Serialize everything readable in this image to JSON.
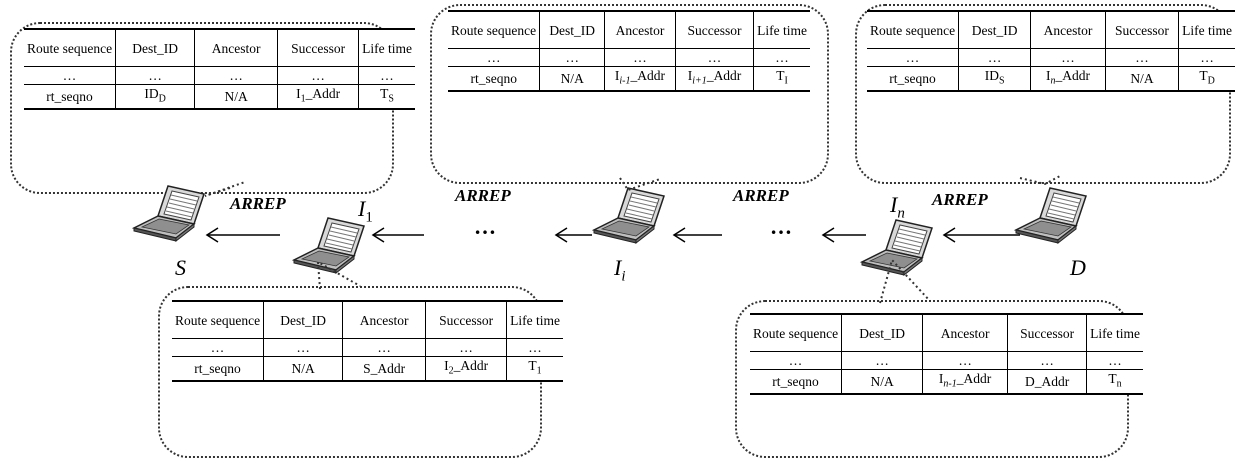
{
  "headers": {
    "route": "Route sequence",
    "dest": "Dest_ID",
    "ancestor": "Ancestor",
    "successor": "Successor",
    "life": "Life time"
  },
  "ellipsis": "…",
  "tables": {
    "S": {
      "seq": "rt_seqno",
      "dest": "ID",
      "dest_sub": "D",
      "anc": "N/A",
      "anc_pre": "",
      "anc_sub": "",
      "anc_post": "",
      "succ_pre": "I",
      "succ_sub": "1",
      "succ_post": "_Addr",
      "life": "T",
      "life_sub": "S"
    },
    "I1": {
      "seq": "rt_seqno",
      "dest": "N/A",
      "dest_sub": "",
      "anc": "S_Addr",
      "anc_pre": "",
      "anc_sub": "",
      "anc_post": "",
      "succ_pre": "I",
      "succ_sub": "2",
      "succ_post": "_Addr",
      "life": "T",
      "life_sub": "1"
    },
    "Ii": {
      "seq": "rt_seqno",
      "dest": "N/A",
      "dest_sub": "",
      "anc": "",
      "anc_pre": "I",
      "anc_sub": "i-1",
      "anc_post": "_Addr",
      "succ_pre": "I",
      "succ_sub": "i+1",
      "succ_post": "_Addr",
      "life": "T",
      "life_sub": "I"
    },
    "In": {
      "seq": "rt_seqno",
      "dest": "N/A",
      "dest_sub": "",
      "anc": "",
      "anc_pre": "I",
      "anc_sub": "n-1",
      "anc_post": "_Addr",
      "succ_pre": "D_Addr",
      "succ_sub": "",
      "succ_post": "",
      "life": "T",
      "life_sub": "n"
    },
    "D": {
      "seq": "rt_seqno",
      "dest": "ID",
      "dest_sub": "S",
      "anc": "",
      "anc_pre": "I",
      "anc_sub": "n",
      "anc_post": "_Addr",
      "succ_pre": "N/A",
      "succ_sub": "",
      "succ_post": "",
      "life": "T",
      "life_sub": "D"
    }
  },
  "nodes": {
    "S": {
      "label": "S",
      "sub": ""
    },
    "I1": {
      "label": "I",
      "sub": "1"
    },
    "Ii": {
      "label": "I",
      "sub": "i"
    },
    "In": {
      "label": "I",
      "sub": "n"
    },
    "D": {
      "label": "D",
      "sub": ""
    }
  },
  "messages": {
    "arrrep": "ARREP"
  },
  "gap": "…",
  "icons": {
    "node": "laptop-icon",
    "arrow": "left-arrow-icon"
  }
}
